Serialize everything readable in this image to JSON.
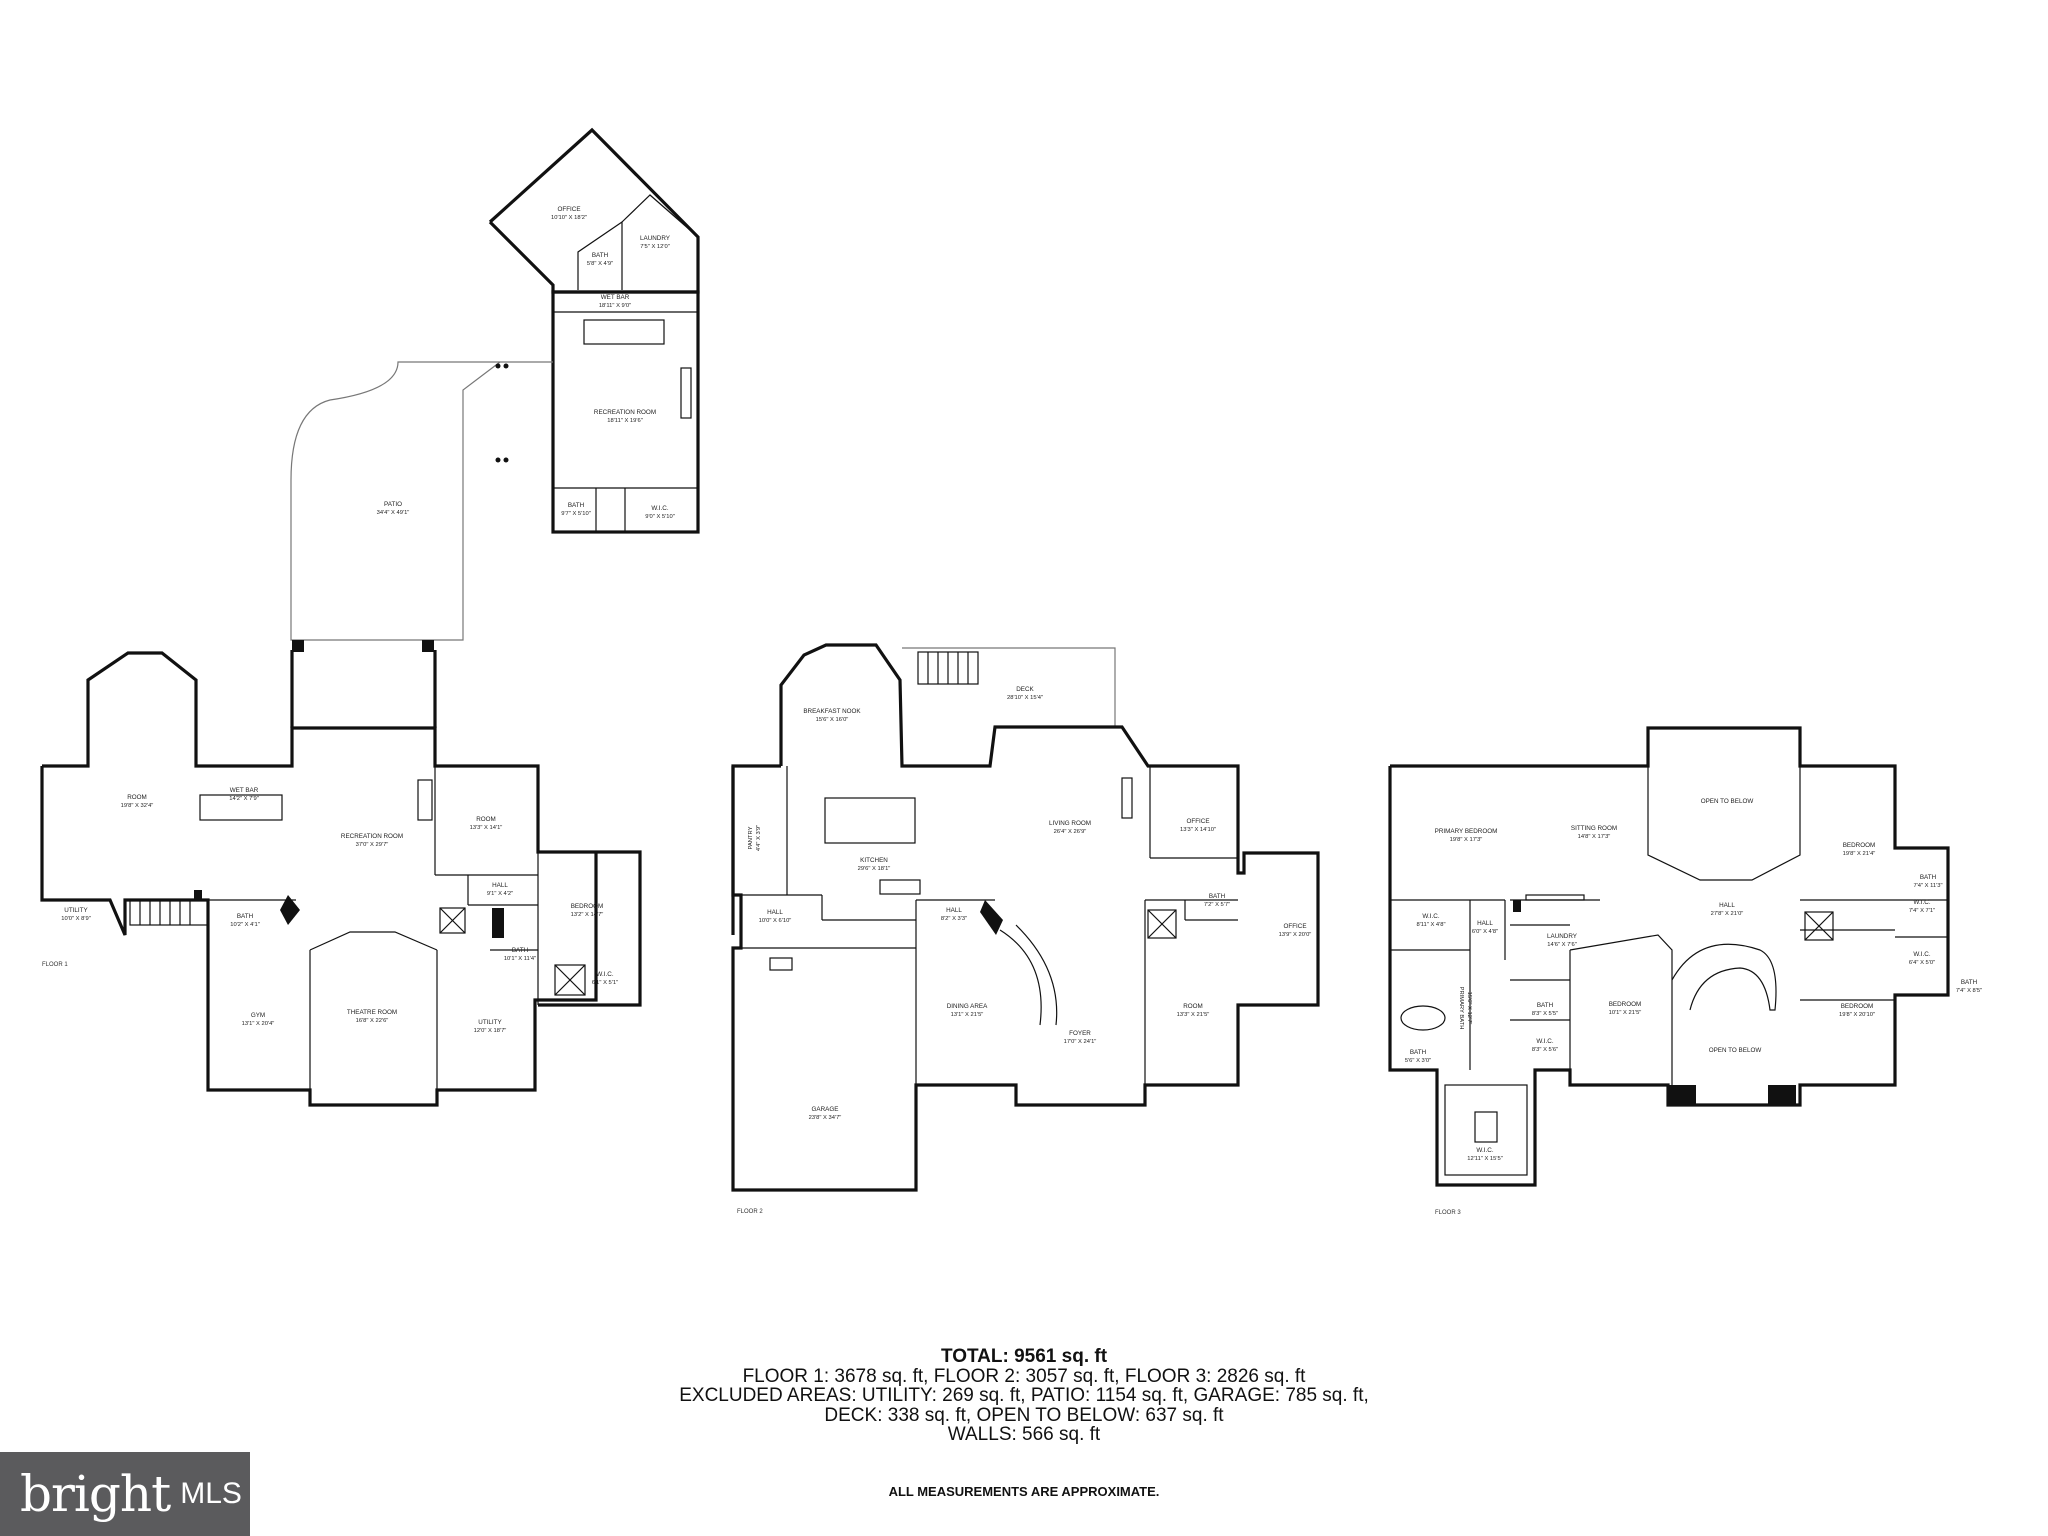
{
  "floors": [
    {
      "label": "FLOOR 1",
      "rooms": [
        {
          "name": "OFFICE",
          "dims": "10'10\" X 18'2\""
        },
        {
          "name": "LAUNDRY",
          "dims": "7'5\" X 12'0\""
        },
        {
          "name": "BATH",
          "dims": "5'8\" X 4'9\""
        },
        {
          "name": "WET BAR",
          "dims": "18'11\" X 9'0\""
        },
        {
          "name": "RECREATION ROOM",
          "dims": "18'11\" X 19'6\""
        },
        {
          "name": "BATH",
          "dims": "9'7\" X 5'10\""
        },
        {
          "name": "W.I.C.",
          "dims": "9'0\" X 5'10\""
        },
        {
          "name": "PATIO",
          "dims": "34'4\" X 49'1\""
        },
        {
          "name": "ROOM",
          "dims": "19'8\" X 32'4\""
        },
        {
          "name": "WET BAR",
          "dims": "14'2\" X 7'9\""
        },
        {
          "name": "RECREATION ROOM",
          "dims": "37'0\" X 29'7\""
        },
        {
          "name": "ROOM",
          "dims": "13'3\" X 14'1\""
        },
        {
          "name": "HALL",
          "dims": "9'1\" X 4'2\""
        },
        {
          "name": "BEDROOM",
          "dims": "13'2\" X 14'7\""
        },
        {
          "name": "UTILITY",
          "dims": "10'0\" X 8'9\""
        },
        {
          "name": "BATH",
          "dims": "10'2\" X 4'1\""
        },
        {
          "name": "BATH",
          "dims": "10'1\" X 11'4\""
        },
        {
          "name": "W.I.C.",
          "dims": "6'1\" X 5'1\""
        },
        {
          "name": "GYM",
          "dims": "13'1\" X 20'4\""
        },
        {
          "name": "THEATRE ROOM",
          "dims": "16'8\" X 22'6\""
        },
        {
          "name": "UTILITY",
          "dims": "12'0\" X 18'7\""
        }
      ]
    },
    {
      "label": "FLOOR 2",
      "rooms": [
        {
          "name": "BREAKFAST NOOK",
          "dims": "15'6\" X 16'0\""
        },
        {
          "name": "DECK",
          "dims": "28'10\" X 15'4\""
        },
        {
          "name": "PANTRY",
          "dims": "4'4\" X 3'9\""
        },
        {
          "name": "KITCHEN",
          "dims": "29'6\" X 18'1\""
        },
        {
          "name": "LIVING ROOM",
          "dims": "26'4\" X 26'9\""
        },
        {
          "name": "OFFICE",
          "dims": "13'3\" X 14'10\""
        },
        {
          "name": "HALL",
          "dims": "10'0\" X 6'10\""
        },
        {
          "name": "HALL",
          "dims": "8'2\" X 3'3\""
        },
        {
          "name": "BATH",
          "dims": "7'2\" X 5'7\""
        },
        {
          "name": "OFFICE",
          "dims": "13'9\" X 20'0\""
        },
        {
          "name": "DINING AREA",
          "dims": "13'1\" X 21'5\""
        },
        {
          "name": "FOYER",
          "dims": "17'0\" X 24'1\""
        },
        {
          "name": "ROOM",
          "dims": "13'3\" X 21'5\""
        },
        {
          "name": "GARAGE",
          "dims": "23'8\" X 34'7\""
        }
      ]
    },
    {
      "label": "FLOOR 3",
      "rooms": [
        {
          "name": "PRIMARY BEDROOM",
          "dims": "19'8\" X 17'3\""
        },
        {
          "name": "SITTING ROOM",
          "dims": "14'8\" X 17'3\""
        },
        {
          "name": "OPEN TO BELOW",
          "dims": ""
        },
        {
          "name": "BEDROOM",
          "dims": "19'8\" X 21'4\""
        },
        {
          "name": "BATH",
          "dims": "7'4\" X 11'3\""
        },
        {
          "name": "W.I.C.",
          "dims": "8'11\" X 4'8\""
        },
        {
          "name": "HALL",
          "dims": "6'0\" X 4'8\""
        },
        {
          "name": "LAUNDRY",
          "dims": "14'6\" X 7'6\""
        },
        {
          "name": "HALL",
          "dims": "27'8\" X 21'0\""
        },
        {
          "name": "W.I.C.",
          "dims": "7'4\" X 7'1\""
        },
        {
          "name": "W.I.C.",
          "dims": "6'4\" X 5'0\""
        },
        {
          "name": "BATH",
          "dims": "7'4\" X 8'5\""
        },
        {
          "name": "PRIMARY BATH",
          "dims": "15'6\" X 12'7\""
        },
        {
          "name": "BATH",
          "dims": "8'3\" X 5'5\""
        },
        {
          "name": "W.I.C.",
          "dims": "8'3\" X 5'6\""
        },
        {
          "name": "BEDROOM",
          "dims": "10'1\" X 21'5\""
        },
        {
          "name": "OPEN TO BELOW",
          "dims": ""
        },
        {
          "name": "BEDROOM",
          "dims": "19'8\" X 20'10\""
        },
        {
          "name": "BATH",
          "dims": "5'6\" X 3'0\""
        },
        {
          "name": "W.I.C.",
          "dims": "12'11\" X 15'5\""
        }
      ]
    }
  ],
  "summary": {
    "total": "TOTAL: 9561 sq. ft",
    "line1": "FLOOR 1: 3678 sq. ft, FLOOR 2: 3057 sq. ft, FLOOR 3: 2826 sq. ft",
    "line2": "EXCLUDED AREAS: UTILITY: 269 sq. ft, PATIO: 1154 sq. ft, GARAGE: 785 sq. ft,",
    "line3": "DECK: 338 sq. ft, OPEN TO BELOW: 637 sq. ft",
    "line4": "WALLS: 566 sq. ft",
    "disclaimer": "ALL MEASUREMENTS ARE APPROXIMATE."
  },
  "logo": {
    "word": "bright",
    "suffix": "MLS",
    "background": "#5b5b5d"
  }
}
